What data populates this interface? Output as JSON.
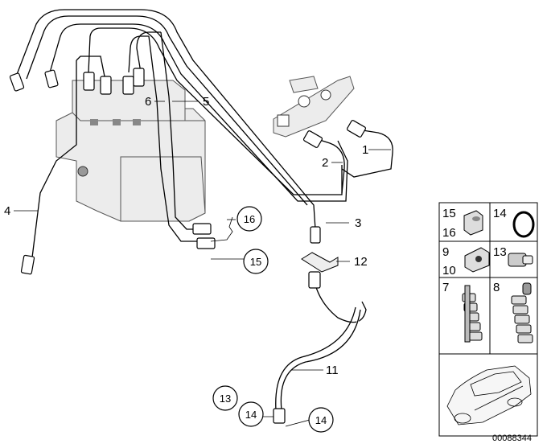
{
  "callouts": {
    "c1": "1",
    "c2": "2",
    "c3": "3",
    "c4": "4",
    "c5": "5",
    "c6": "6",
    "c11": "11",
    "c12": "12",
    "c13": "13",
    "c14a": "14",
    "c14b": "14",
    "c15": "15",
    "c16": "16"
  },
  "panel": {
    "cell_15_16": {
      "a": "15",
      "b": "16"
    },
    "cell_14": "14",
    "cell_9_10": {
      "a": "9",
      "b": "10"
    },
    "cell_13": "13",
    "cell_7": "7",
    "cell_8": "8"
  },
  "diagram_code": "00088344"
}
